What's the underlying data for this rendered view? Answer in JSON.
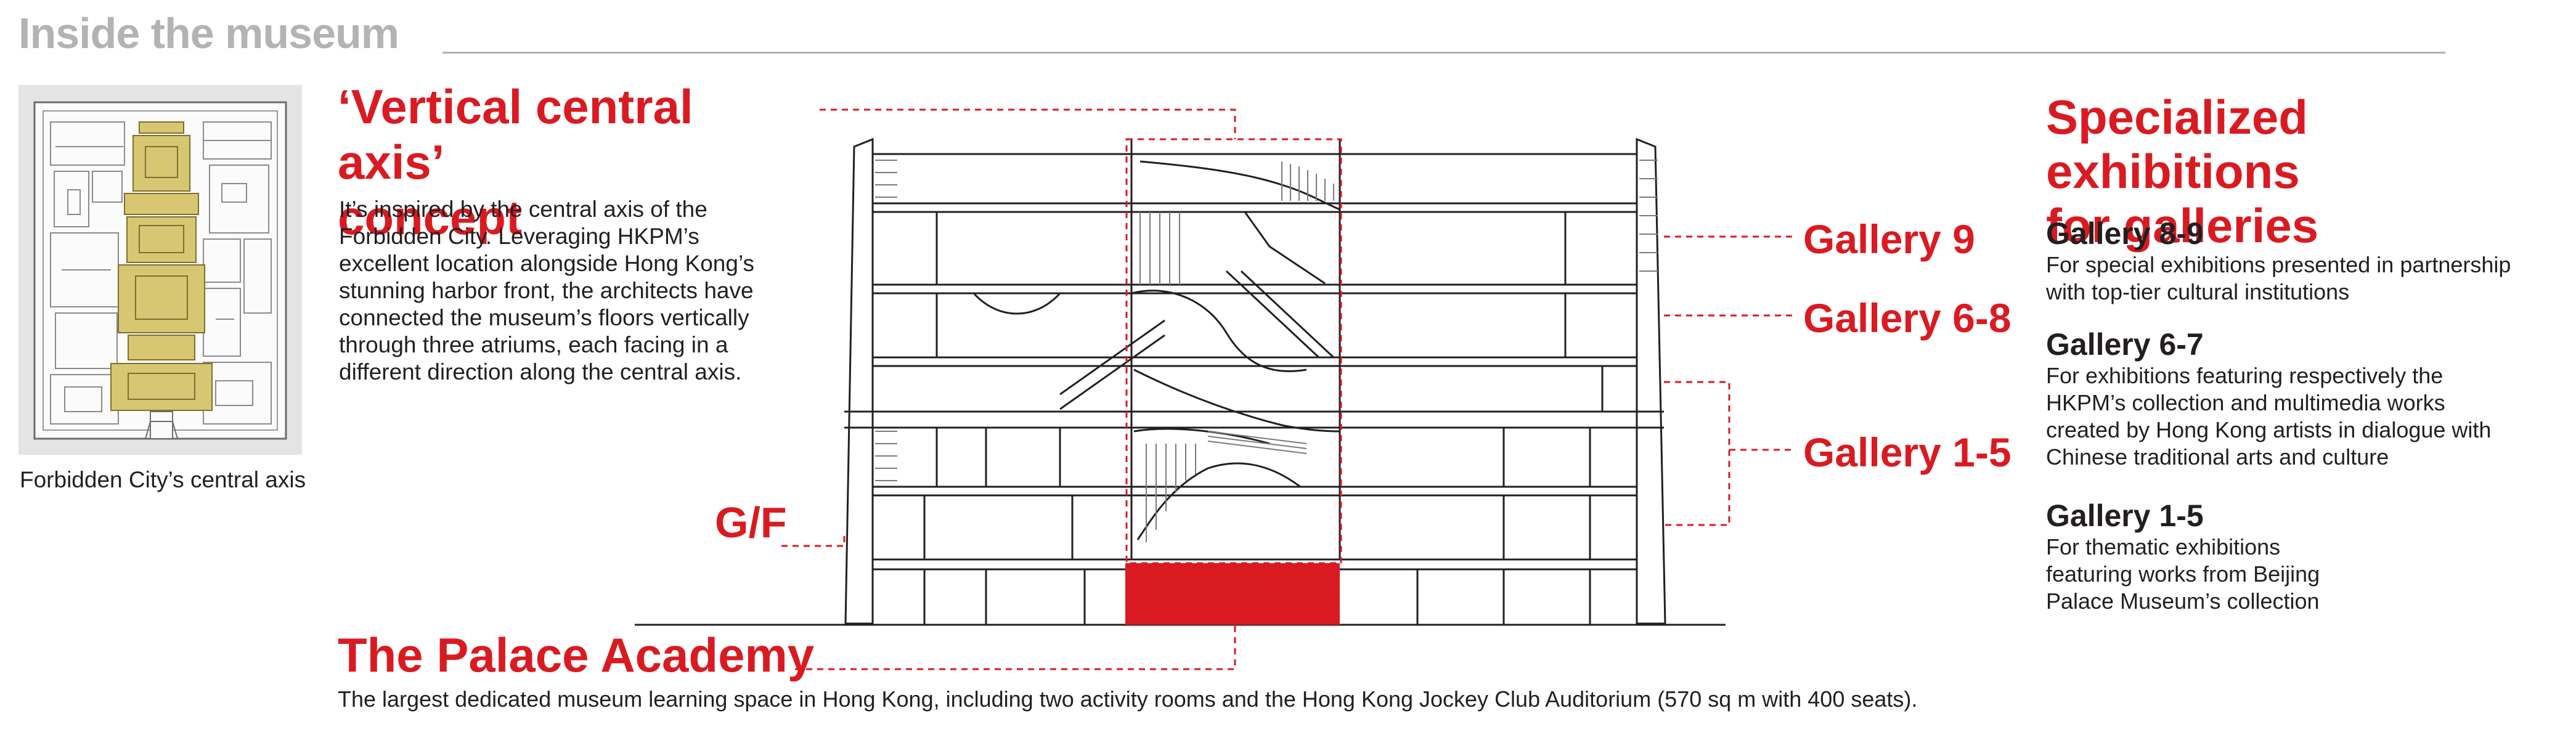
{
  "header": {
    "title": "Inside the museum"
  },
  "forbidden_city": {
    "caption": "Forbidden City’s central axis"
  },
  "concept": {
    "title_lines": [
      "‘Vertical central axis’",
      "concept"
    ],
    "body_lines": [
      "It’s inspired by the central axis of the",
      "Forbidden City. Leveraging HKPM’s",
      "excellent location alongside Hong Kong’s",
      "stunning harbor front, the architects have",
      "connected the museum’s floors vertically",
      "through three atriums, each facing in a",
      "different direction along the central axis."
    ]
  },
  "section_labels": {
    "gallery_9": "Gallery 9",
    "gallery_6_8": "Gallery 6-8",
    "gallery_1_5": "Gallery 1-5",
    "ground_floor": "G/F"
  },
  "specialized": {
    "title_lines": [
      "Specialized exhibitions",
      "for galleries"
    ],
    "galleries": [
      {
        "name": "Gallery 8-9",
        "desc_lines": [
          "For special exhibitions presented in partnership",
          "with top-tier cultural institutions"
        ]
      },
      {
        "name": "Gallery 6-7",
        "desc_lines": [
          "For exhibitions featuring respectively the",
          "HKPM’s collection and multimedia works",
          "created by Hong Kong artists in dialogue with",
          "Chinese traditional arts and culture"
        ]
      },
      {
        "name": "Gallery 1-5",
        "desc_lines": [
          "For thematic exhibitions",
          "featuring works from Beijing",
          "Palace Museum’s collection"
        ]
      }
    ]
  },
  "academy": {
    "title": "The Palace Academy",
    "body": "The largest dedicated museum learning space in Hong Kong, including two activity rooms and the Hong Kong Jockey Club Auditorium (570 sq m with 400 seats)."
  },
  "colors": {
    "accent_red": "#da1a21",
    "header_gray": "#b3b3b3",
    "text": "#231f20",
    "plan_gold": "#d8c772"
  }
}
